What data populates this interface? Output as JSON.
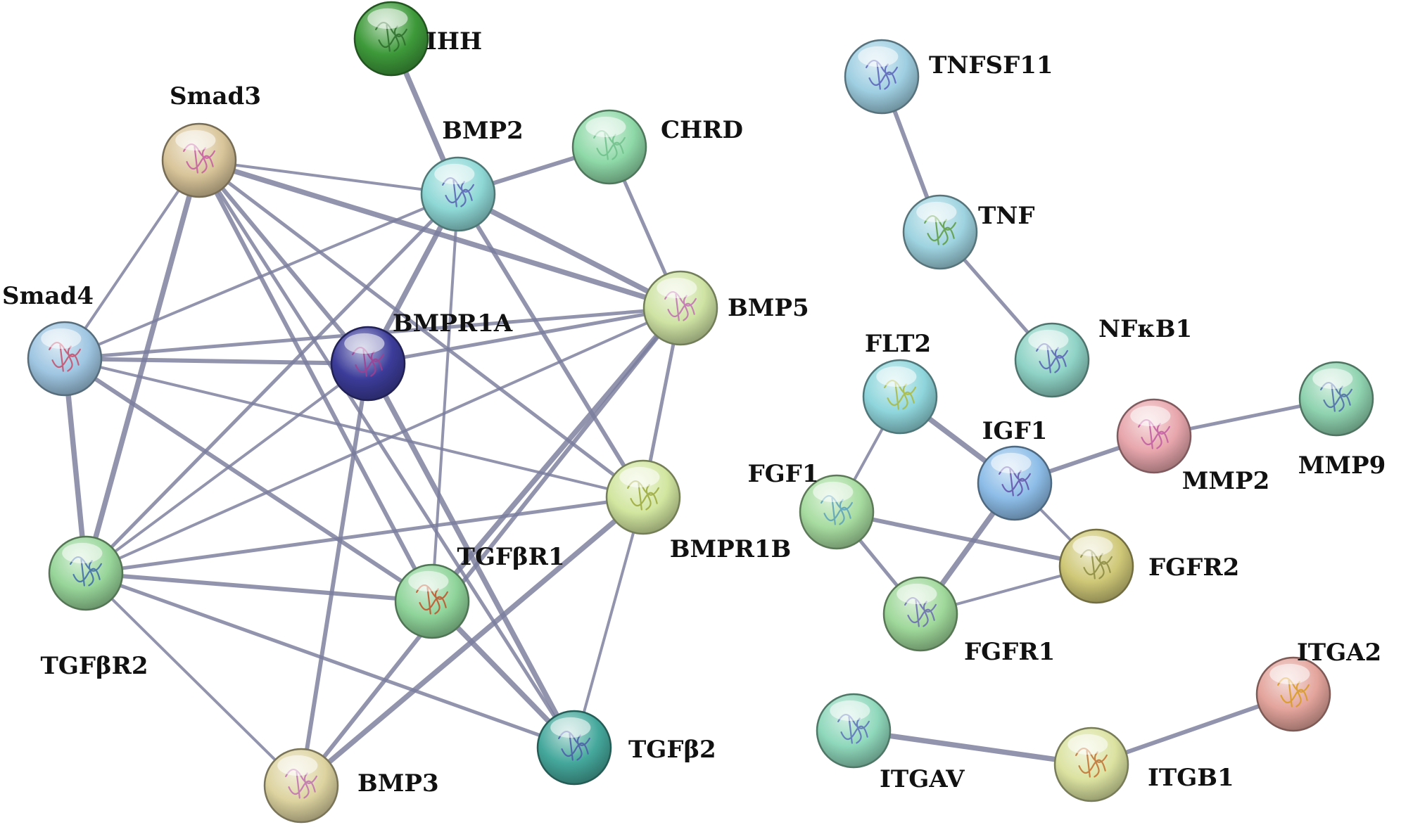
{
  "diagram": {
    "type": "protein-interaction-network",
    "nodes": [
      {
        "id": "IHH",
        "label": "IHH",
        "color": "#3e9a3a",
        "glyph_color": "#2b6b2a"
      },
      {
        "id": "Smad3",
        "label": "Smad3",
        "color": "#d9c59a",
        "glyph_color": "#c45aa0"
      },
      {
        "id": "BMP2",
        "label": "BMP2",
        "color": "#8ed8d6",
        "glyph_color": "#5560b0"
      },
      {
        "id": "CHRD",
        "label": "CHRD",
        "color": "#8fd9a8",
        "glyph_color": "#6fbf8a"
      },
      {
        "id": "Smad4",
        "label": "Smad4",
        "color": "#9fc6e2",
        "glyph_color": "#c44c6a"
      },
      {
        "id": "BMPR1A",
        "label": "BMPR1A",
        "color": "#3c3c9a",
        "glyph_color": "#a04090"
      },
      {
        "id": "BMP5",
        "label": "BMP5",
        "color": "#cfe3a4",
        "glyph_color": "#c070b0"
      },
      {
        "id": "BMPR1B",
        "label": "BMPR1B",
        "color": "#d2e6a0",
        "glyph_color": "#9aa83a"
      },
      {
        "id": "TGFbR2",
        "label": "TGFβR2",
        "color": "#98d69a",
        "glyph_color": "#3c68a8"
      },
      {
        "id": "TGFbR1",
        "label": "TGFβR1",
        "color": "#8fd49a",
        "glyph_color": "#c05028"
      },
      {
        "id": "TGFb2",
        "label": "TGFβ2",
        "color": "#45a89c",
        "glyph_color": "#4a5aa8"
      },
      {
        "id": "BMP3",
        "label": "BMP3",
        "color": "#ddd3a0",
        "glyph_color": "#c070b0"
      },
      {
        "id": "TNFSF11",
        "label": "TNFSF11",
        "color": "#9fcfe2",
        "glyph_color": "#5860b8"
      },
      {
        "id": "TNF",
        "label": "TNF",
        "color": "#9ed3e0",
        "glyph_color": "#5a9a40"
      },
      {
        "id": "NFKB1",
        "label": "NFκB1",
        "color": "#8fd3c6",
        "glyph_color": "#5560b0"
      },
      {
        "id": "FLT2",
        "label": "FLT2",
        "color": "#8fd6dc",
        "glyph_color": "#a8b840"
      },
      {
        "id": "IGF1",
        "label": "IGF1",
        "color": "#8dbde8",
        "glyph_color": "#6050a8"
      },
      {
        "id": "MMP2",
        "label": "MMP2",
        "color": "#e7a6ac",
        "glyph_color": "#c05aa0"
      },
      {
        "id": "MMP9",
        "label": "MMP9",
        "color": "#8fd3b0",
        "glyph_color": "#4a6aa8"
      },
      {
        "id": "FGF1",
        "label": "FGF1",
        "color": "#a7dca0",
        "glyph_color": "#5aa0b8"
      },
      {
        "id": "FGFR2",
        "label": "FGFR2",
        "color": "#cfc878",
        "glyph_color": "#8a8a40"
      },
      {
        "id": "FGFR1",
        "label": "FGFR1",
        "color": "#9fd89a",
        "glyph_color": "#6868b0"
      },
      {
        "id": "ITGA2",
        "label": "ITGA2",
        "color": "#e3a49c",
        "glyph_color": "#d89a20"
      },
      {
        "id": "ITGAV",
        "label": "ITGAV",
        "color": "#8fd8bc",
        "glyph_color": "#5a70b8"
      },
      {
        "id": "ITGB1",
        "label": "ITGB1",
        "color": "#dbe2a0",
        "glyph_color": "#c07030"
      }
    ],
    "edges": [
      [
        "IHH",
        "BMP2"
      ],
      [
        "BMP2",
        "CHRD"
      ],
      [
        "CHRD",
        "BMP5"
      ],
      [
        "Smad3",
        "BMP2"
      ],
      [
        "Smad3",
        "BMP5"
      ],
      [
        "Smad3",
        "BMPR1A"
      ],
      [
        "Smad3",
        "BMPR1B"
      ],
      [
        "Smad3",
        "Smad4"
      ],
      [
        "Smad3",
        "TGFbR2"
      ],
      [
        "Smad3",
        "TGFbR1"
      ],
      [
        "Smad3",
        "TGFb2"
      ],
      [
        "BMP2",
        "Smad4"
      ],
      [
        "BMP2",
        "BMP5"
      ],
      [
        "BMP2",
        "BMPR1B"
      ],
      [
        "BMP2",
        "TGFbR2"
      ],
      [
        "BMP2",
        "TGFbR1"
      ],
      [
        "BMP2",
        "BMPR1A"
      ],
      [
        "Smad4",
        "BMPR1A"
      ],
      [
        "Smad4",
        "BMP5"
      ],
      [
        "Smad4",
        "BMPR1B"
      ],
      [
        "Smad4",
        "TGFbR2"
      ],
      [
        "Smad4",
        "TGFbR1"
      ],
      [
        "BMPR1A",
        "BMP5"
      ],
      [
        "BMPR1A",
        "TGFbR2"
      ],
      [
        "BMPR1A",
        "TGFb2"
      ],
      [
        "BMPR1A",
        "BMP3"
      ],
      [
        "BMP5",
        "BMPR1B"
      ],
      [
        "BMP5",
        "TGFbR2"
      ],
      [
        "BMP5",
        "TGFbR1"
      ],
      [
        "BMP5",
        "BMP3"
      ],
      [
        "BMPR1B",
        "TGFbR2"
      ],
      [
        "BMPR1B",
        "TGFb2"
      ],
      [
        "BMPR1B",
        "BMP3"
      ],
      [
        "TGFbR2",
        "TGFbR1"
      ],
      [
        "TGFbR2",
        "TGFb2"
      ],
      [
        "TGFbR2",
        "BMP3"
      ],
      [
        "TGFbR1",
        "TGFb2"
      ],
      [
        "TNFSF11",
        "TNF"
      ],
      [
        "TNF",
        "NFKB1"
      ],
      [
        "FLT2",
        "FGF1"
      ],
      [
        "FLT2",
        "IGF1"
      ],
      [
        "IGF1",
        "MMP2"
      ],
      [
        "MMP2",
        "MMP9"
      ],
      [
        "IGF1",
        "FGFR2"
      ],
      [
        "IGF1",
        "FGFR1"
      ],
      [
        "FGF1",
        "FGFR2"
      ],
      [
        "FGF1",
        "FGFR1"
      ],
      [
        "FGFR1",
        "FGFR2"
      ],
      [
        "ITGAV",
        "ITGB1"
      ],
      [
        "ITGB1",
        "ITGA2"
      ]
    ],
    "edge_color": "#7a7d9c"
  }
}
